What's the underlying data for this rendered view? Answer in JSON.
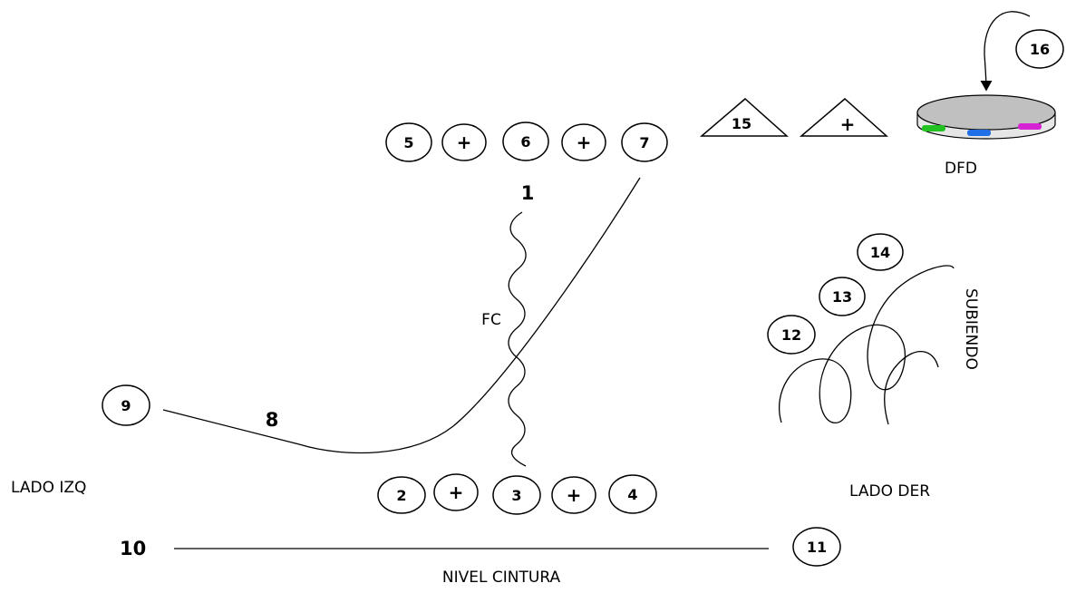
{
  "colors": {
    "stroke": "#000000",
    "disc_top": "#c0c0c0",
    "disc_body": "#e6e6e6",
    "led_green": "#22c222",
    "led_blue": "#1f6fe6",
    "led_magenta": "#d424d4"
  },
  "top_row": {
    "a": "5",
    "op1": "+",
    "b": "6",
    "op2": "+",
    "c": "7"
  },
  "bottom_row": {
    "a": "2",
    "op1": "+",
    "b": "3",
    "op2": "+",
    "c": "4"
  },
  "triangles": {
    "first": "15",
    "second": "+"
  },
  "disc": {
    "label": "DFD",
    "circle": "16"
  },
  "spring_circles": {
    "a": "12",
    "b": "13",
    "c": "14"
  },
  "circle_9": "9",
  "circle_11": "11",
  "labels": {
    "one": "1",
    "fc": "FC",
    "eight": "8",
    "ten": "10",
    "lado_izq": "LADO IZQ",
    "lado_der": "LADO DER",
    "nivel_cintura": "NIVEL CINTURA",
    "subiendo": "SUBIENDO"
  }
}
